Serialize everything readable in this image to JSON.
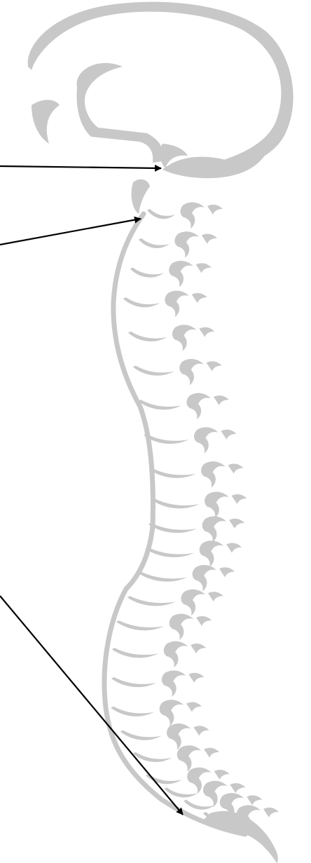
{
  "diagram": {
    "subject": "spine-lateral-view",
    "bone_color": "#c8c8c8",
    "arrow_color": "#000000",
    "arrows": [
      {
        "name": "skull-base-arrow"
      },
      {
        "name": "upper-cervical-arrow"
      },
      {
        "name": "sacrum-arrow"
      }
    ],
    "vertebra_count": 24
  }
}
